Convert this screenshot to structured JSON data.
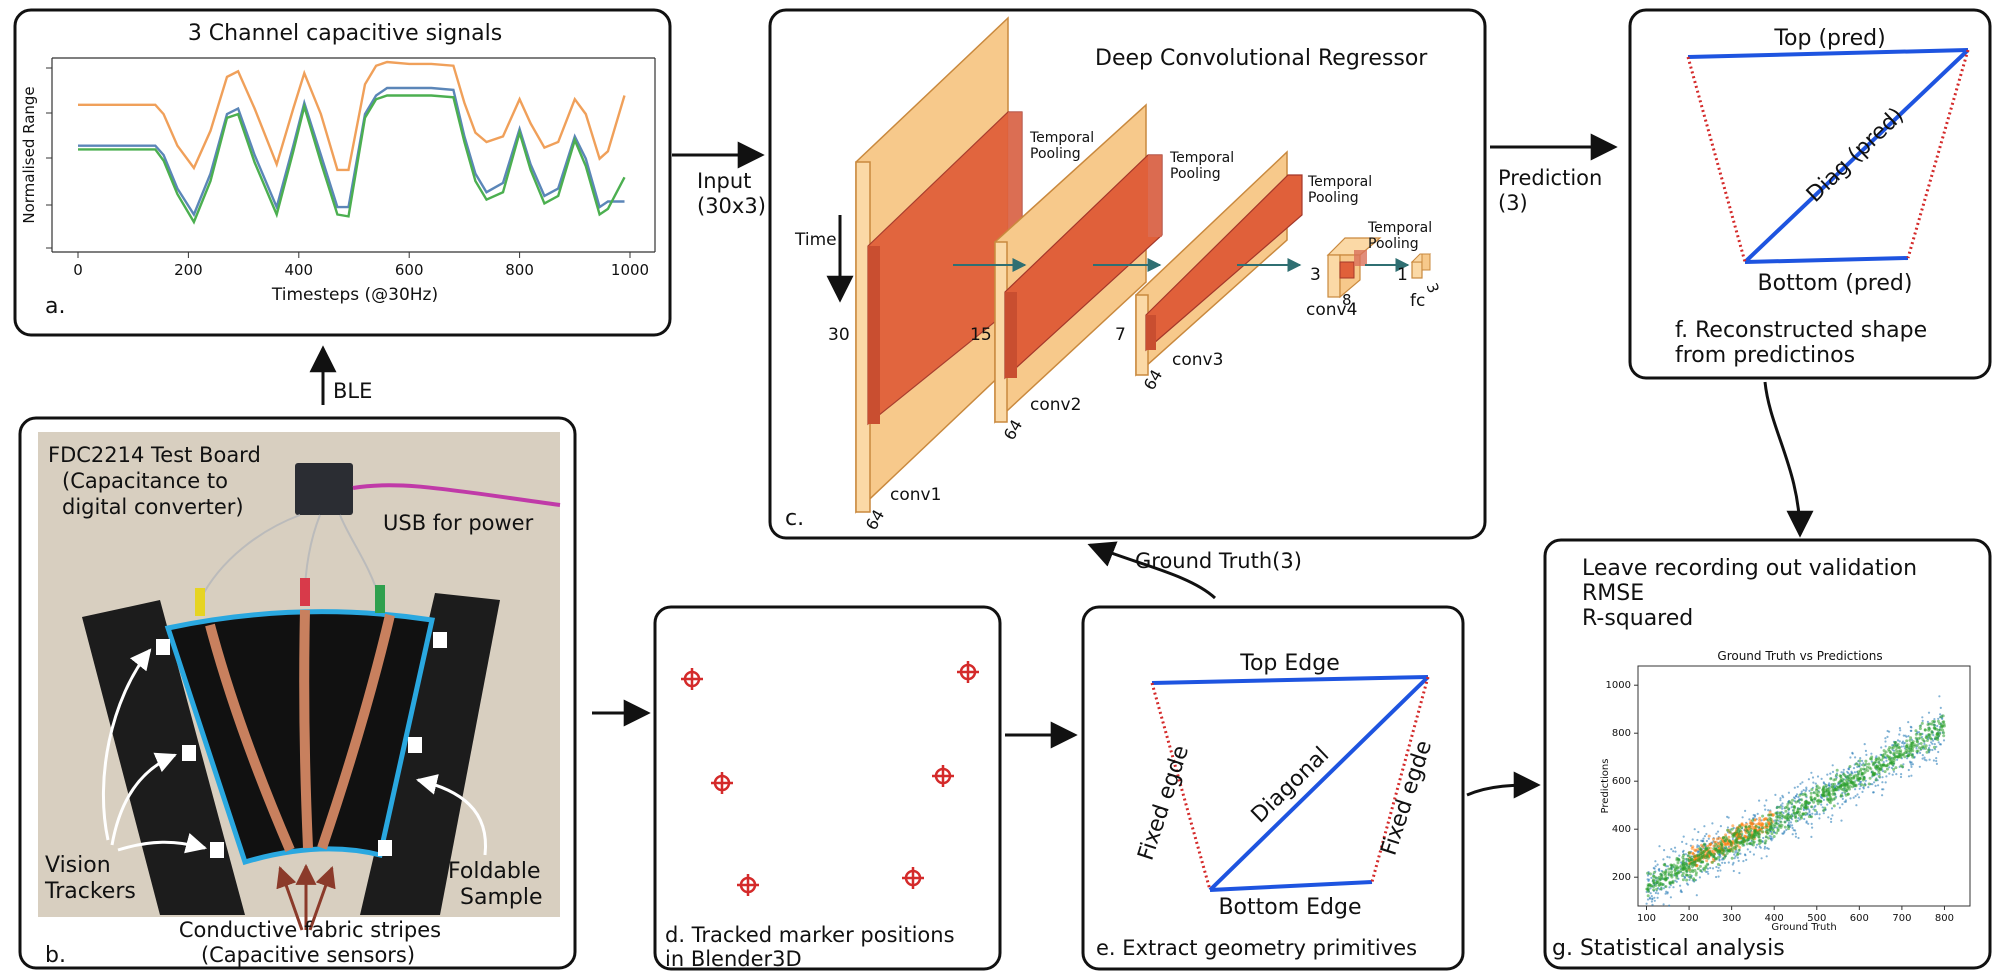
{
  "panel_a": {
    "title": "3 Channel capacitive signals",
    "label": "a.",
    "chart_data": {
      "type": "line",
      "xlabel": "Timesteps (@30Hz)",
      "ylabel": "Normalised Range",
      "xlim": [
        0,
        1000
      ],
      "xticks": [
        "0",
        "200",
        "400",
        "600",
        "800",
        "1000"
      ],
      "series": [
        {
          "color": "#f0a05a",
          "x": [
            0,
            140,
            155,
            180,
            210,
            240,
            270,
            290,
            320,
            360,
            390,
            410,
            440,
            470,
            490,
            520,
            540,
            560,
            600,
            640,
            680,
            700,
            720,
            740,
            770,
            800,
            820,
            845,
            870,
            900,
            920,
            945,
            960,
            990
          ],
          "y": [
            0.77,
            0.77,
            0.72,
            0.55,
            0.43,
            0.63,
            0.92,
            0.95,
            0.75,
            0.45,
            0.75,
            0.94,
            0.72,
            0.42,
            0.42,
            0.88,
            0.98,
            1.0,
            0.99,
            0.99,
            0.98,
            0.78,
            0.62,
            0.57,
            0.6,
            0.8,
            0.67,
            0.54,
            0.57,
            0.8,
            0.72,
            0.48,
            0.52,
            0.82
          ]
        },
        {
          "color": "#5b86b8",
          "x": [
            0,
            140,
            155,
            180,
            210,
            240,
            270,
            290,
            320,
            360,
            390,
            410,
            440,
            470,
            490,
            520,
            540,
            560,
            600,
            640,
            680,
            700,
            720,
            740,
            770,
            800,
            820,
            845,
            870,
            900,
            920,
            945,
            960,
            990
          ],
          "y": [
            0.55,
            0.55,
            0.5,
            0.32,
            0.18,
            0.4,
            0.72,
            0.75,
            0.5,
            0.22,
            0.55,
            0.78,
            0.5,
            0.22,
            0.22,
            0.72,
            0.82,
            0.86,
            0.86,
            0.86,
            0.85,
            0.6,
            0.4,
            0.3,
            0.35,
            0.64,
            0.45,
            0.28,
            0.32,
            0.6,
            0.48,
            0.22,
            0.25,
            0.25
          ]
        },
        {
          "color": "#4caf50",
          "x": [
            0,
            140,
            155,
            180,
            210,
            240,
            270,
            290,
            320,
            360,
            390,
            410,
            440,
            470,
            490,
            520,
            540,
            560,
            600,
            640,
            680,
            700,
            720,
            740,
            770,
            800,
            820,
            845,
            870,
            900,
            920,
            945,
            960,
            990
          ],
          "y": [
            0.53,
            0.53,
            0.47,
            0.29,
            0.14,
            0.36,
            0.7,
            0.72,
            0.46,
            0.18,
            0.52,
            0.76,
            0.46,
            0.18,
            0.17,
            0.7,
            0.8,
            0.82,
            0.82,
            0.82,
            0.81,
            0.57,
            0.36,
            0.26,
            0.3,
            0.62,
            0.42,
            0.24,
            0.28,
            0.58,
            0.44,
            0.18,
            0.21,
            0.38
          ]
        }
      ]
    }
  },
  "panel_b": {
    "label": "b.",
    "board_text": "FDC2214 Test Board",
    "board_sub1": "(Capacitance to",
    "board_sub2": "digital converter)",
    "usb": "USB for power",
    "vision1": "Vision",
    "vision2": "Trackers",
    "foldable1": "Foldable",
    "foldable2": "Sample",
    "fabric1": "Conductive fabric stripes",
    "fabric2": "(Capacitive sensors)"
  },
  "ble": "BLE",
  "input1": "Input",
  "input2": "(30x3)",
  "panel_c": {
    "title": "Deep Convolutional Regressor",
    "label": "c.",
    "time": "Time",
    "pooling1": "Temporal",
    "pooling2": "Pooling",
    "n30": "30",
    "n15": "15",
    "n7": "7",
    "n3": "3",
    "n8": "8",
    "n1": "1",
    "n3b": "3",
    "n64a": "64",
    "n64b": "64",
    "n64c": "64",
    "conv1": "conv1",
    "conv2": "conv2",
    "conv3": "conv3",
    "conv4": "conv4",
    "fc": "fc"
  },
  "prediction1": "Prediction",
  "prediction2": "(3)",
  "panel_f": {
    "top": "Top (pred)",
    "diag": "Diag (pred)",
    "bottom": "Bottom (pred)",
    "caption1": "f. Reconstructed shape",
    "caption2": "from predictinos"
  },
  "ground_truth": "Ground Truth(3)",
  "panel_d": {
    "caption1": "d. Tracked marker positions",
    "caption2": "in Blender3D"
  },
  "panel_e": {
    "top": "Top Edge",
    "diag": "Diagonal",
    "bottom": "Bottom Edge",
    "fixed_left": "Fixed egde",
    "fixed_right": "Fixed egde",
    "caption": "e. Extract geometry primitives"
  },
  "panel_g": {
    "line1": "Leave recording out validation",
    "line2": "RMSE",
    "line3": "R-squared",
    "caption": "g. Statistical analysis",
    "chart_data": {
      "type": "scatter",
      "title": "Ground Truth vs Predictions",
      "xlabel": "Ground Truth",
      "ylabel": "Predictions",
      "xlim": [
        80,
        860
      ],
      "ylim": [
        80,
        1080
      ],
      "xticks": [
        "100",
        "200",
        "300",
        "400",
        "500",
        "600",
        "700",
        "800"
      ],
      "yticks": [
        "200",
        "400",
        "600",
        "800",
        "1000"
      ],
      "series": [
        {
          "color": "#1f77b4",
          "x": [
            100,
            200,
            300,
            400,
            500,
            600,
            700,
            800
          ],
          "y": [
            150,
            260,
            340,
            430,
            520,
            620,
            720,
            820
          ]
        },
        {
          "color": "#ff7f0e",
          "x": [
            200,
            300,
            400
          ],
          "y": [
            270,
            360,
            440
          ]
        },
        {
          "color": "#2ca02c",
          "x": [
            100,
            200,
            300,
            400,
            500,
            600,
            700,
            800
          ],
          "y": [
            160,
            250,
            340,
            420,
            530,
            620,
            720,
            830
          ]
        }
      ]
    }
  }
}
